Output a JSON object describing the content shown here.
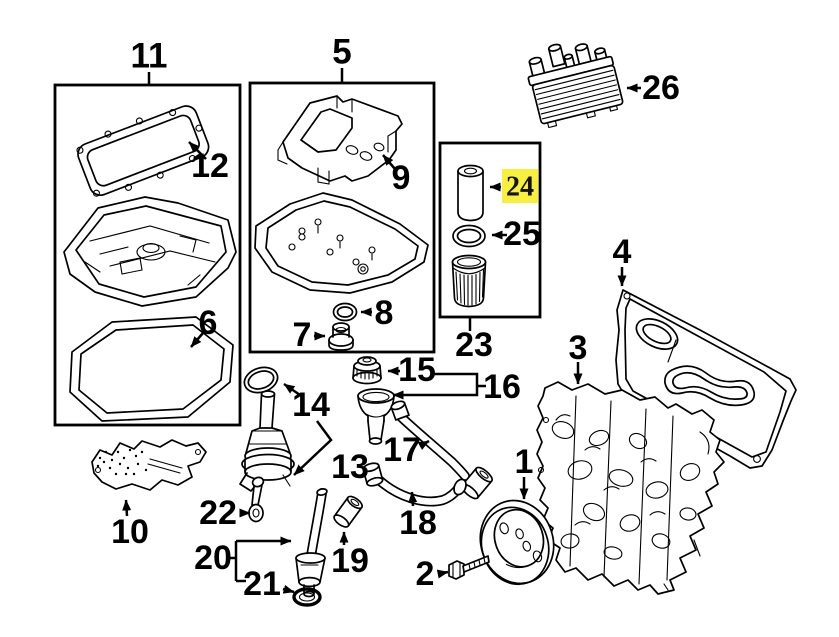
{
  "diagram": {
    "kind": "engine-parts-exploded-diagram",
    "background_color": "#ffffff",
    "line_color": "#000000",
    "highlight_color": "#f9ef3d",
    "highlighted_callout": "24",
    "callouts": {
      "c1": "1",
      "c2": "2",
      "c3": "3",
      "c4": "4",
      "c5": "5",
      "c6": "6",
      "c7": "7",
      "c8": "8",
      "c9": "9",
      "c10": "10",
      "c11": "11",
      "c12": "12",
      "c13": "13",
      "c14": "14",
      "c15": "15",
      "c16": "16",
      "c17": "17",
      "c18": "18",
      "c19": "19",
      "c20": "20",
      "c21": "21",
      "c22": "22",
      "c23": "23",
      "c24": "24",
      "c25": "25",
      "c26": "26"
    },
    "assemblies": [
      {
        "box_label": "11",
        "contains": [
          "12",
          "6"
        ]
      },
      {
        "box_label": "5",
        "contains": [
          "9",
          "8",
          "7"
        ]
      },
      {
        "box_label": "23",
        "contains": [
          "24",
          "25"
        ]
      }
    ]
  }
}
